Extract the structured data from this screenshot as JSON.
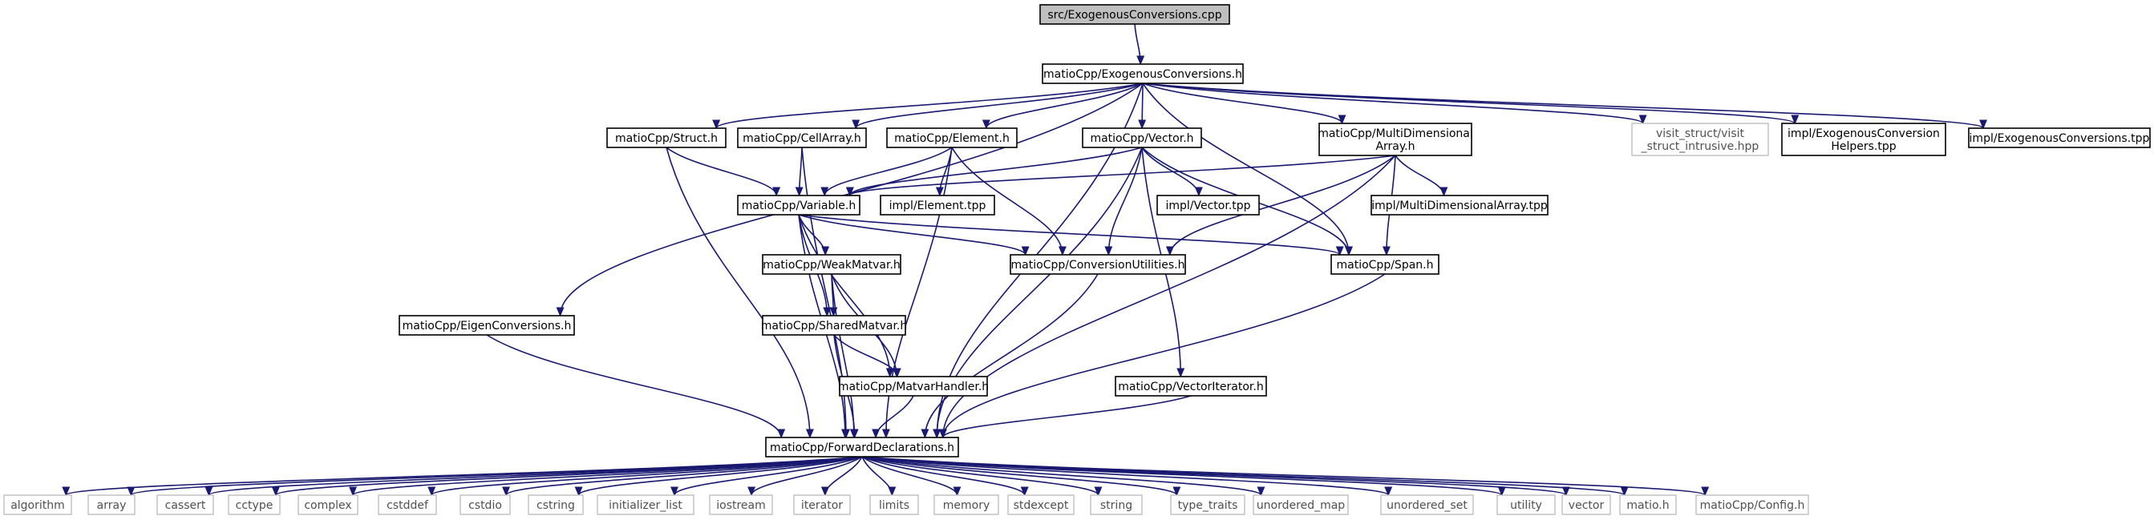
{
  "graph": {
    "nodes": [
      {
        "id": "root",
        "label": "src/ExogenousConversions.cpp",
        "kind": "root"
      },
      {
        "id": "exo",
        "label": "matioCpp/ExogenousConversions.h",
        "kind": "file"
      },
      {
        "id": "struct",
        "label": "matioCpp/Struct.h",
        "kind": "file"
      },
      {
        "id": "cellarray",
        "label": "matioCpp/CellArray.h",
        "kind": "file"
      },
      {
        "id": "element",
        "label": "matioCpp/Element.h",
        "kind": "file"
      },
      {
        "id": "vector",
        "label": "matioCpp/Vector.h",
        "kind": "file"
      },
      {
        "id": "mda",
        "label": "matioCpp/MultiDimensional\nArray.h",
        "kind": "file"
      },
      {
        "id": "visit",
        "label": "visit_struct/visit\n_struct_intrusive.hpp",
        "kind": "external"
      },
      {
        "id": "exohelpers",
        "label": "impl/ExogenousConversion\nHelpers.tpp",
        "kind": "file"
      },
      {
        "id": "exotpp",
        "label": "impl/ExogenousConversions.tpp",
        "kind": "file"
      },
      {
        "id": "variable",
        "label": "matioCpp/Variable.h",
        "kind": "file"
      },
      {
        "id": "elemtpp",
        "label": "impl/Element.tpp",
        "kind": "file"
      },
      {
        "id": "vectpp",
        "label": "impl/Vector.tpp",
        "kind": "file"
      },
      {
        "id": "mdatpp",
        "label": "impl/MultiDimensionalArray.tpp",
        "kind": "file"
      },
      {
        "id": "weak",
        "label": "matioCpp/WeakMatvar.h",
        "kind": "file"
      },
      {
        "id": "conv",
        "label": "matioCpp/ConversionUtilities.h",
        "kind": "file"
      },
      {
        "id": "span",
        "label": "matioCpp/Span.h",
        "kind": "file"
      },
      {
        "id": "eigen",
        "label": "matioCpp/EigenConversions.h",
        "kind": "file"
      },
      {
        "id": "shared",
        "label": "matioCpp/SharedMatvar.h",
        "kind": "file"
      },
      {
        "id": "handler",
        "label": "matioCpp/MatvarHandler.h",
        "kind": "file"
      },
      {
        "id": "veciter",
        "label": "matioCpp/VectorIterator.h",
        "kind": "file"
      },
      {
        "id": "fwd",
        "label": "matioCpp/ForwardDeclarations.h",
        "kind": "file"
      },
      {
        "id": "s_algorithm",
        "label": "algorithm",
        "kind": "external"
      },
      {
        "id": "s_array",
        "label": "array",
        "kind": "external"
      },
      {
        "id": "s_cassert",
        "label": "cassert",
        "kind": "external"
      },
      {
        "id": "s_cctype",
        "label": "cctype",
        "kind": "external"
      },
      {
        "id": "s_complex",
        "label": "complex",
        "kind": "external"
      },
      {
        "id": "s_cstddef",
        "label": "cstddef",
        "kind": "external"
      },
      {
        "id": "s_cstdio",
        "label": "cstdio",
        "kind": "external"
      },
      {
        "id": "s_cstring",
        "label": "cstring",
        "kind": "external"
      },
      {
        "id": "s_initlist",
        "label": "initializer_list",
        "kind": "external"
      },
      {
        "id": "s_iostream",
        "label": "iostream",
        "kind": "external"
      },
      {
        "id": "s_iterator",
        "label": "iterator",
        "kind": "external"
      },
      {
        "id": "s_limits",
        "label": "limits",
        "kind": "external"
      },
      {
        "id": "s_memory",
        "label": "memory",
        "kind": "external"
      },
      {
        "id": "s_stdexcept",
        "label": "stdexcept",
        "kind": "external"
      },
      {
        "id": "s_string",
        "label": "string",
        "kind": "external"
      },
      {
        "id": "s_typetraits",
        "label": "type_traits",
        "kind": "external"
      },
      {
        "id": "s_umap",
        "label": "unordered_map",
        "kind": "external"
      },
      {
        "id": "s_uset",
        "label": "unordered_set",
        "kind": "external"
      },
      {
        "id": "s_utility",
        "label": "utility",
        "kind": "external"
      },
      {
        "id": "s_vector",
        "label": "vector",
        "kind": "external"
      },
      {
        "id": "s_matio",
        "label": "matio.h",
        "kind": "external"
      },
      {
        "id": "s_config",
        "label": "matioCpp/Config.h",
        "kind": "external"
      }
    ],
    "edges": [
      [
        "root",
        "exo"
      ],
      [
        "exo",
        "struct"
      ],
      [
        "exo",
        "cellarray"
      ],
      [
        "exo",
        "element"
      ],
      [
        "exo",
        "vector"
      ],
      [
        "exo",
        "mda"
      ],
      [
        "exo",
        "visit"
      ],
      [
        "exo",
        "exohelpers"
      ],
      [
        "exo",
        "exotpp"
      ],
      [
        "exo",
        "eigen"
      ],
      [
        "exo",
        "fwd"
      ],
      [
        "exo",
        "span"
      ],
      [
        "struct",
        "variable"
      ],
      [
        "struct",
        "fwd"
      ],
      [
        "cellarray",
        "variable"
      ],
      [
        "cellarray",
        "fwd"
      ],
      [
        "element",
        "variable"
      ],
      [
        "element",
        "elemtpp"
      ],
      [
        "element",
        "conv"
      ],
      [
        "element",
        "fwd"
      ],
      [
        "vector",
        "variable"
      ],
      [
        "vector",
        "vectpp"
      ],
      [
        "vector",
        "conv"
      ],
      [
        "vector",
        "span"
      ],
      [
        "vector",
        "veciter"
      ],
      [
        "vector",
        "fwd"
      ],
      [
        "mda",
        "variable"
      ],
      [
        "mda",
        "mdatpp"
      ],
      [
        "mda",
        "conv"
      ],
      [
        "mda",
        "span"
      ],
      [
        "mda",
        "fwd"
      ],
      [
        "variable",
        "weak"
      ],
      [
        "variable",
        "conv"
      ],
      [
        "variable",
        "span"
      ],
      [
        "variable",
        "shared"
      ],
      [
        "variable",
        "handler"
      ],
      [
        "variable",
        "fwd"
      ],
      [
        "weak",
        "shared"
      ],
      [
        "weak",
        "handler"
      ],
      [
        "weak",
        "fwd"
      ],
      [
        "shared",
        "handler"
      ],
      [
        "shared",
        "fwd"
      ],
      [
        "handler",
        "fwd"
      ],
      [
        "conv",
        "fwd"
      ],
      [
        "span",
        "fwd"
      ],
      [
        "eigen",
        "fwd"
      ],
      [
        "veciter",
        "fwd"
      ],
      [
        "fwd",
        "s_algorithm"
      ],
      [
        "fwd",
        "s_array"
      ],
      [
        "fwd",
        "s_cassert"
      ],
      [
        "fwd",
        "s_cctype"
      ],
      [
        "fwd",
        "s_complex"
      ],
      [
        "fwd",
        "s_cstddef"
      ],
      [
        "fwd",
        "s_cstdio"
      ],
      [
        "fwd",
        "s_cstring"
      ],
      [
        "fwd",
        "s_initlist"
      ],
      [
        "fwd",
        "s_iostream"
      ],
      [
        "fwd",
        "s_iterator"
      ],
      [
        "fwd",
        "s_limits"
      ],
      [
        "fwd",
        "s_memory"
      ],
      [
        "fwd",
        "s_stdexcept"
      ],
      [
        "fwd",
        "s_string"
      ],
      [
        "fwd",
        "s_typetraits"
      ],
      [
        "fwd",
        "s_umap"
      ],
      [
        "fwd",
        "s_uset"
      ],
      [
        "fwd",
        "s_utility"
      ],
      [
        "fwd",
        "s_vector"
      ],
      [
        "fwd",
        "s_matio"
      ],
      [
        "fwd",
        "s_config"
      ]
    ]
  }
}
